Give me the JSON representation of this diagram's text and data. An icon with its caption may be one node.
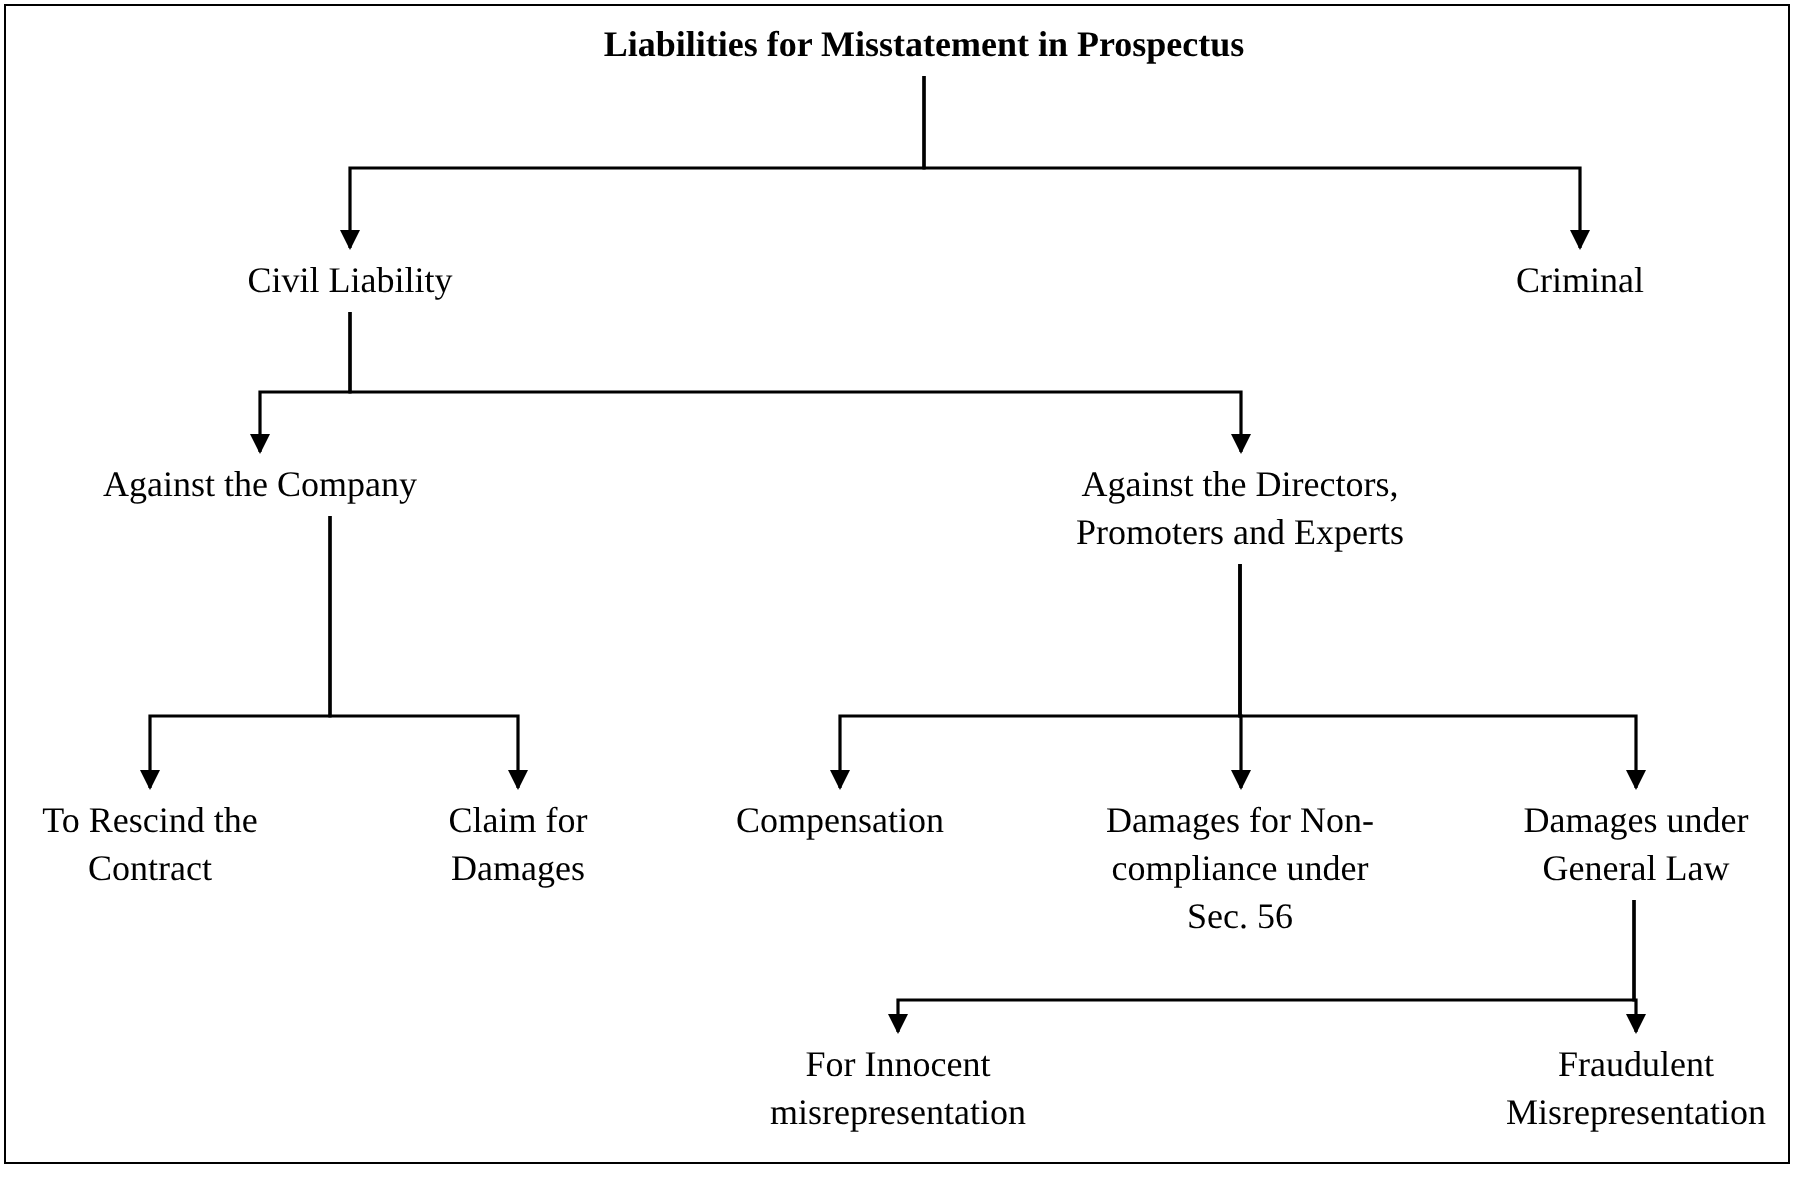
{
  "diagram": {
    "nodes": [
      {
        "text": [
          "Liabilities for Misstatement in Prospectus"
        ]
      },
      {
        "text": [
          "Civil Liability"
        ]
      },
      {
        "text": [
          "Criminal"
        ]
      },
      {
        "text": [
          "Against the Company"
        ]
      },
      {
        "text": [
          "Against the Directors, Promoters and Experts"
        ]
      },
      {
        "text": [
          "To Rescind the Contract"
        ]
      },
      {
        "text": [
          "Claim for Damages"
        ]
      },
      {
        "text": [
          "Compensation"
        ]
      },
      {
        "text": [
          "Damages for Non-compliance under Sec. 56"
        ]
      },
      {
        "text": [
          "Damages under General Law"
        ]
      },
      {
        "text": [
          "For Innocent misrepresentation"
        ]
      },
      {
        "text": [
          "Fraudulent Misrepresentation"
        ]
      }
    ],
    "edges": [
      {
        "from": 0,
        "to": 1,
        "arrow": "to"
      },
      {
        "from": 0,
        "to": 2,
        "arrow": "to"
      },
      {
        "from": 1,
        "to": 3,
        "arrow": "to"
      },
      {
        "from": 1,
        "to": 4,
        "arrow": "to"
      },
      {
        "from": 3,
        "to": 5,
        "arrow": "to"
      },
      {
        "from": 3,
        "to": 6,
        "arrow": "to"
      },
      {
        "from": 4,
        "to": 7,
        "arrow": "to"
      },
      {
        "from": 4,
        "to": 8,
        "arrow": "to"
      },
      {
        "from": 4,
        "to": 9,
        "arrow": "to"
      },
      {
        "from": 9,
        "to": 10,
        "arrow": "to"
      },
      {
        "from": 9,
        "to": 11,
        "arrow": "to"
      }
    ]
  }
}
